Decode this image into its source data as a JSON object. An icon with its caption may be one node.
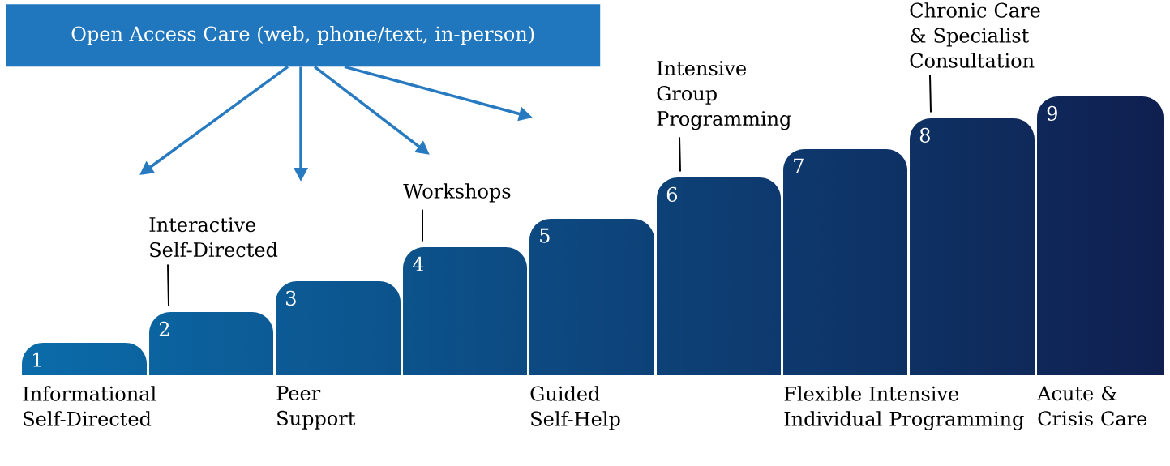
{
  "diagram": {
    "nodes": [
      {
        "text": [
          "Open Access Care (web, phone/text, in-person)"
        ]
      },
      {
        "text": [
          "1"
        ],
        "beside": [
          "Informational Self-Directed"
        ]
      },
      {
        "text": [
          "2"
        ]
      },
      {
        "text": [
          "3"
        ],
        "beside": [
          "Peer Support"
        ]
      },
      {
        "text": [
          "4"
        ]
      },
      {
        "text": [
          "5"
        ],
        "beside": [
          "Guided Self-Help"
        ]
      },
      {
        "text": [
          "6"
        ]
      },
      {
        "text": [
          "7"
        ],
        "beside": [
          "Flexible Intensive Individual Programming"
        ]
      },
      {
        "text": [
          "8"
        ]
      },
      {
        "text": [
          "9"
        ],
        "beside": [
          "Acute & Crisis Care"
        ]
      },
      {
        "text": [
          "Interactive Self-Directed"
        ]
      },
      {
        "text": [
          "Workshops"
        ]
      },
      {
        "text": [
          "Intensive Group Programming"
        ]
      },
      {
        "text": [
          "Chronic Care & Specialist Consultation"
        ]
      }
    ],
    "edges": [
      {
        "from": 0,
        "to": null,
        "arrow": "to"
      },
      {
        "from": 0,
        "to": null,
        "arrow": "to"
      },
      {
        "from": 0,
        "to": null,
        "arrow": "to"
      },
      {
        "from": 0,
        "to": null,
        "arrow": "to"
      },
      {
        "from": 10,
        "to": 2,
        "arrow": "none",
        "color": "#000000"
      },
      {
        "from": 11,
        "to": 4,
        "arrow": "none",
        "color": "#000000"
      },
      {
        "from": 12,
        "to": 6,
        "arrow": "none",
        "color": "#000000"
      },
      {
        "from": 13,
        "to": 8,
        "arrow": "none",
        "color": "#000000"
      }
    ]
  }
}
